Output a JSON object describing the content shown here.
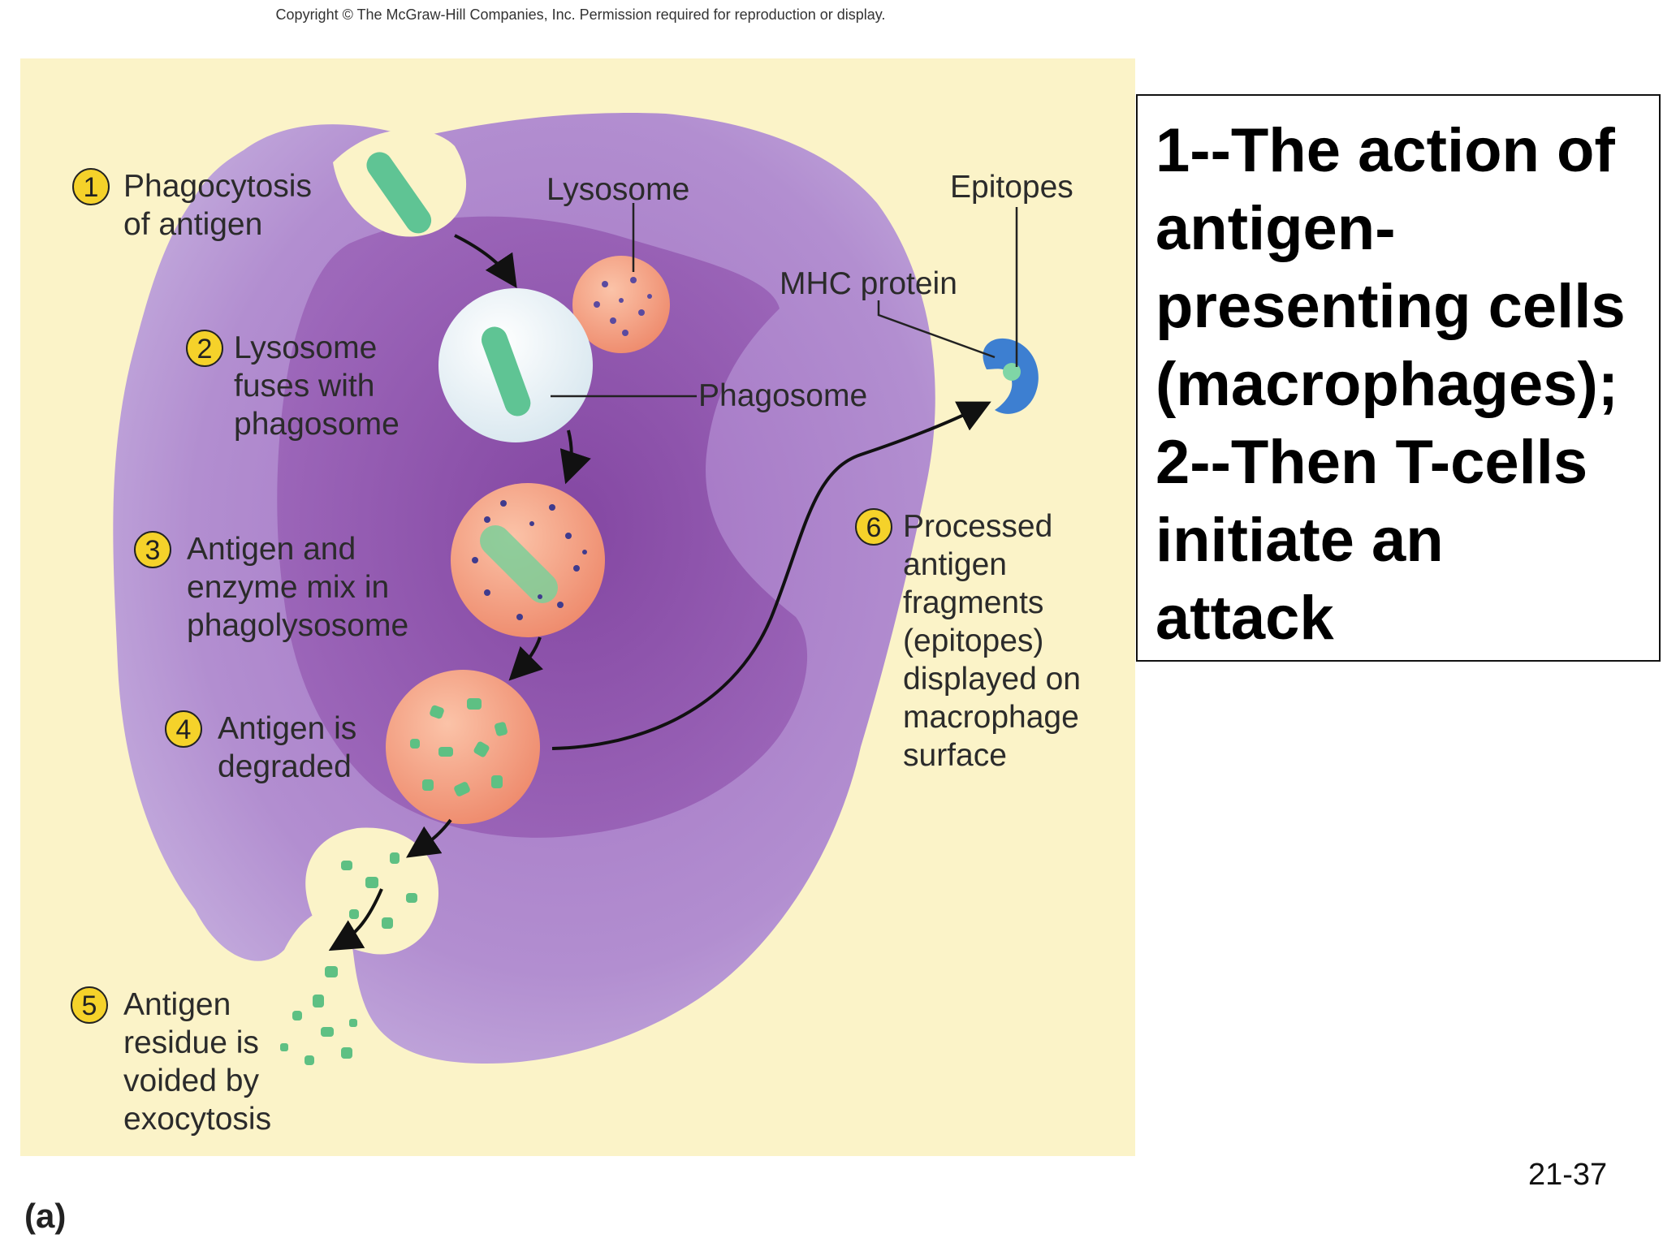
{
  "copyright": "Copyright © The McGraw-Hill Companies, Inc. Permission required for reproduction or display.",
  "figure_panel_label": "(a)",
  "slide_number": "21-37",
  "caption": {
    "lines": [
      "1--The action of",
      "antigen-",
      "presenting cells",
      "(macrophages);",
      "2--Then T-cells",
      "initiate an",
      "attack"
    ]
  },
  "diagram": {
    "steps": [
      {
        "number": "1",
        "lines": [
          "Phagocytosis",
          "of antigen"
        ]
      },
      {
        "number": "2",
        "lines": [
          "Lysosome",
          "fuses with",
          "phagosome"
        ]
      },
      {
        "number": "3",
        "lines": [
          "Antigen and",
          "enzyme mix in",
          "phagolysosome"
        ]
      },
      {
        "number": "4",
        "lines": [
          "Antigen is",
          "degraded"
        ]
      },
      {
        "number": "5",
        "lines": [
          "Antigen",
          "residue is",
          "voided by",
          "exocytosis"
        ]
      },
      {
        "number": "6",
        "lines": [
          "Processed",
          "antigen",
          "fragments",
          "(epitopes)",
          "displayed on",
          "macrophage",
          "surface"
        ]
      }
    ],
    "labels": {
      "lysosome": "Lysosome",
      "epitopes": "Epitopes",
      "mhc_protein": "MHC protein",
      "phagosome": "Phagosome"
    },
    "colors": {
      "background": "#fbf3c8",
      "cell": "#a983c4",
      "nucleus": "#8a4da3",
      "antigen": "#5fc494",
      "lysosome": "#f0967a",
      "mhc_protein": "#3d7fd1",
      "step_badge": "#f5d22a"
    }
  }
}
